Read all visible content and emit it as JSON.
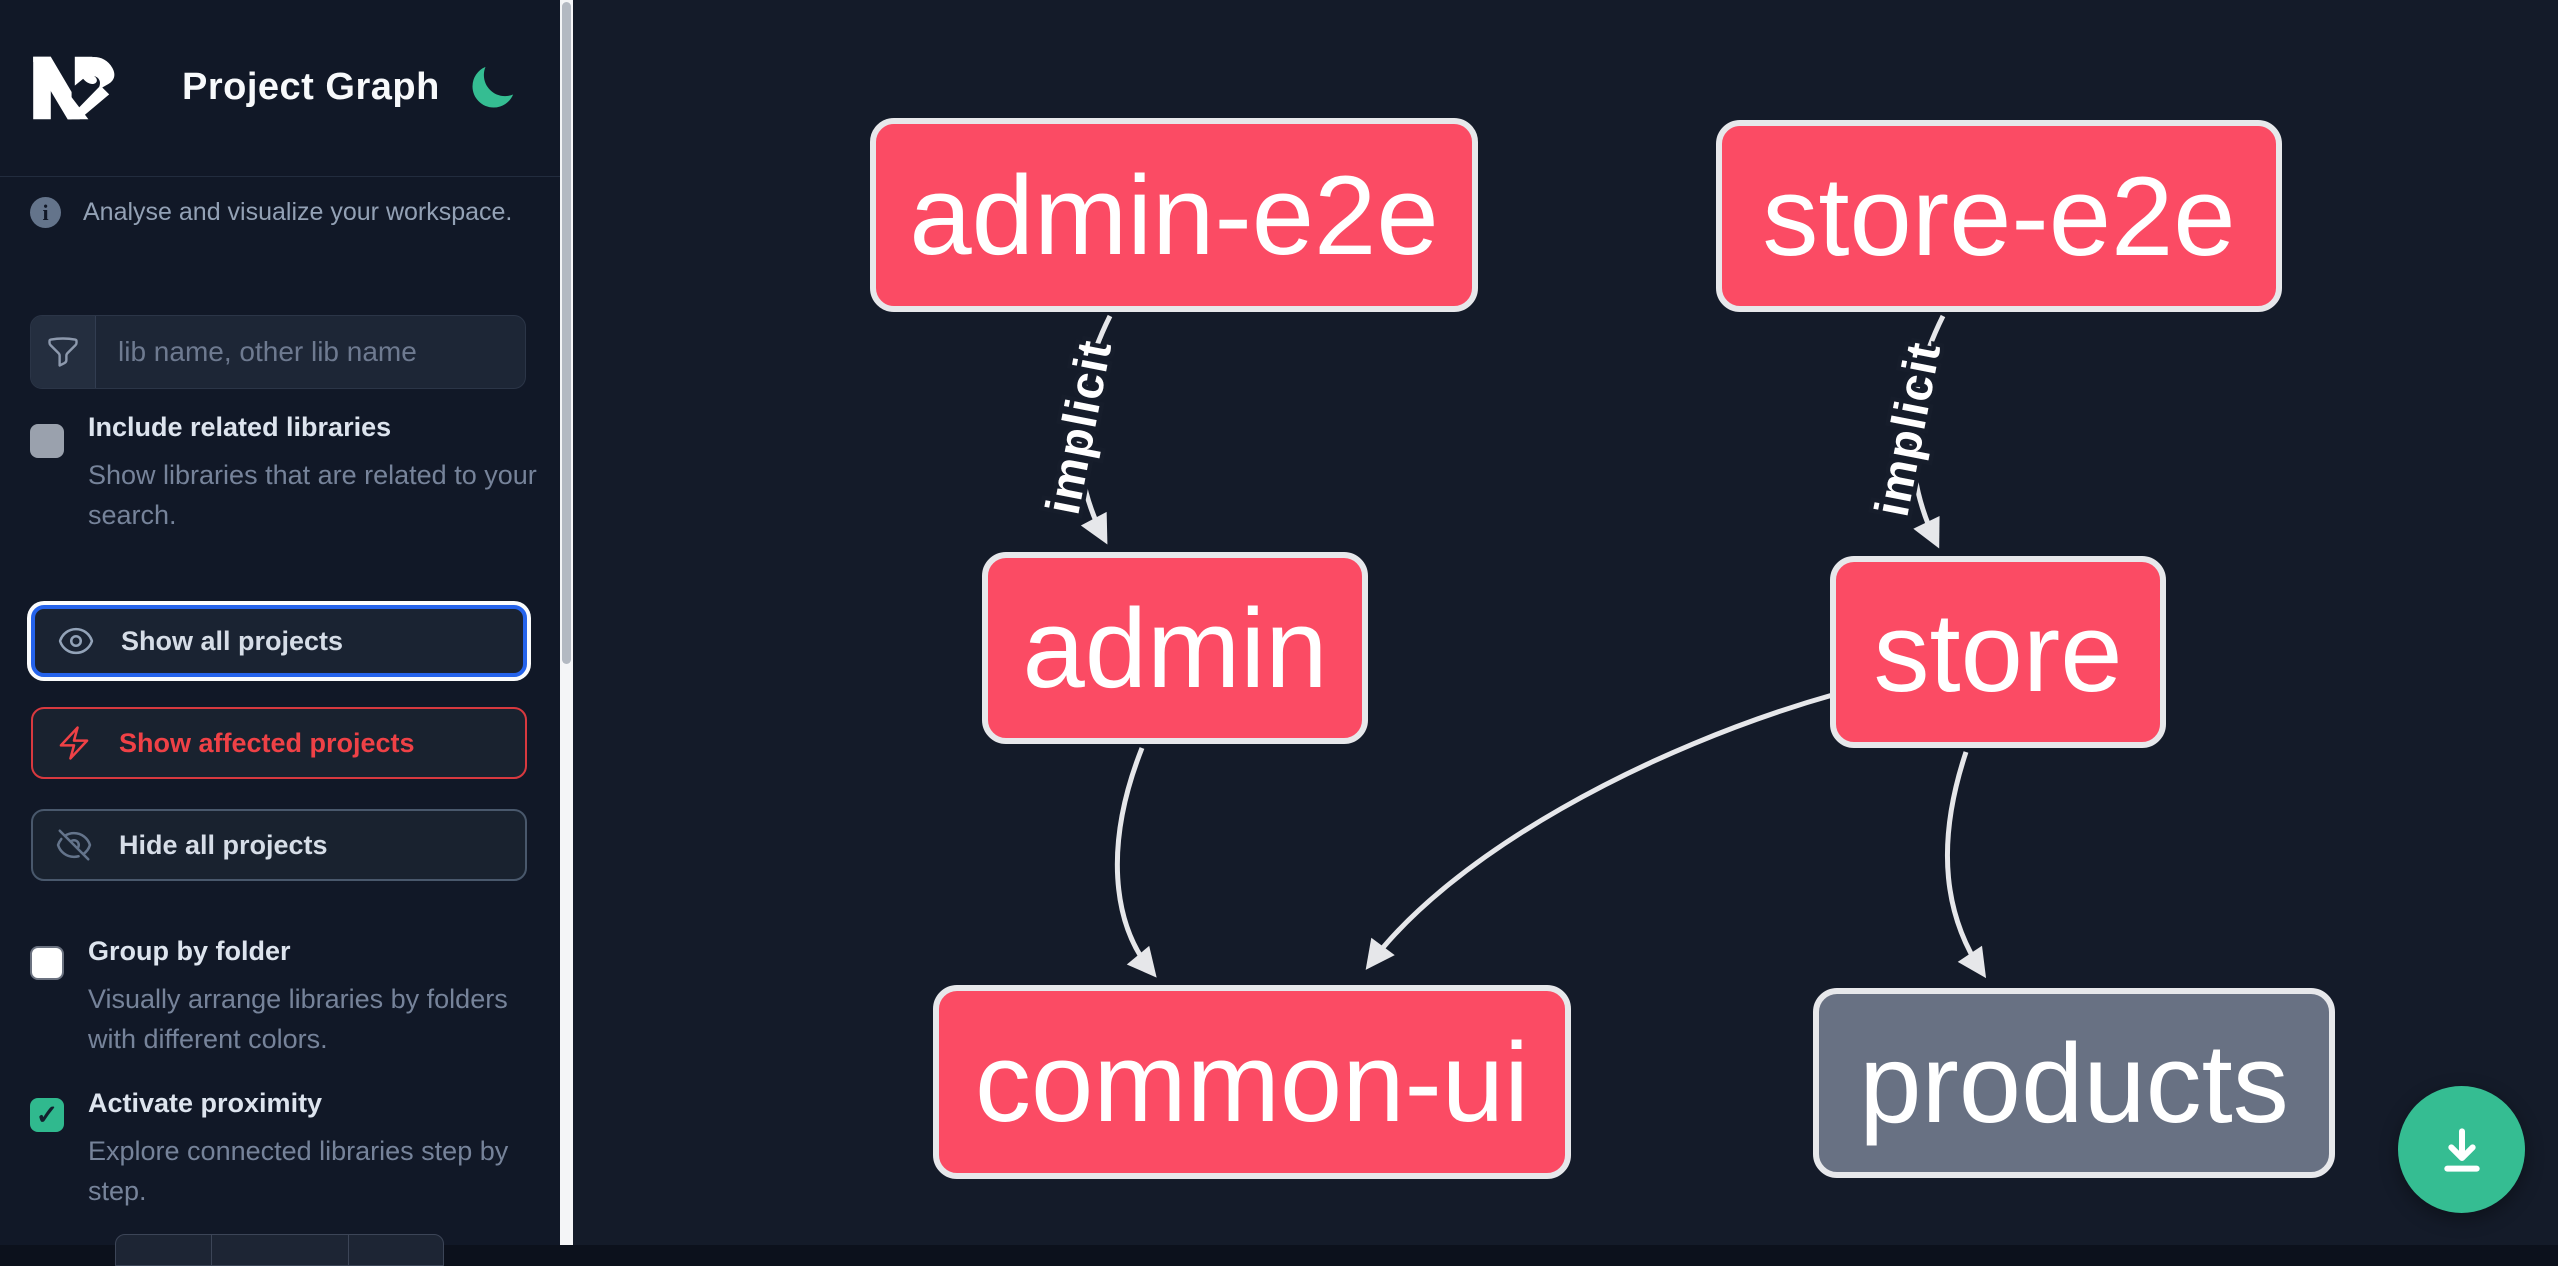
{
  "sidebar": {
    "brand": {
      "title": "Project Graph"
    },
    "info_text": "Analyse and visualize your workspace.",
    "search": {
      "placeholder": "lib name, other lib name",
      "value": ""
    },
    "filters": {
      "include_related": {
        "label": "Include related libraries",
        "description": "Show libraries that are related to your search.",
        "checked": false,
        "disabled": true
      }
    },
    "actions": {
      "show_all": "Show all projects",
      "show_affected": "Show affected projects",
      "hide_all": "Hide all projects",
      "focused": "show_all"
    },
    "options": {
      "group_by_folder": {
        "label": "Group by folder",
        "description": "Visually arrange libraries by folders with different colors.",
        "checked": false
      },
      "activate_proximity": {
        "label": "Activate proximity",
        "description": "Explore connected libraries step by step.",
        "checked": true
      }
    }
  },
  "graph": {
    "nodes": [
      {
        "id": "admin-e2e",
        "label": "admin-e2e",
        "status": "affected"
      },
      {
        "id": "store-e2e",
        "label": "store-e2e",
        "status": "affected"
      },
      {
        "id": "admin",
        "label": "admin",
        "status": "affected"
      },
      {
        "id": "store",
        "label": "store",
        "status": "affected"
      },
      {
        "id": "common-ui",
        "label": "common-ui",
        "status": "affected"
      },
      {
        "id": "products",
        "label": "products",
        "status": "normal"
      }
    ],
    "edges": [
      {
        "source": "admin-e2e",
        "target": "admin",
        "label": "implicit",
        "type": "implicit"
      },
      {
        "source": "store-e2e",
        "target": "store",
        "label": "implicit",
        "type": "implicit"
      },
      {
        "source": "admin",
        "target": "common-ui",
        "label": "",
        "type": "static"
      },
      {
        "source": "store",
        "target": "common-ui",
        "label": "",
        "type": "static"
      },
      {
        "source": "store",
        "target": "products",
        "label": "",
        "type": "static"
      }
    ]
  },
  "fab": {
    "icon": "download-icon"
  },
  "colors": {
    "accent_green": "#35bd92",
    "node_affected": "#fb4b64",
    "node_normal": "#687183",
    "focus_blue": "#2563eb",
    "danger_red": "#ef4146",
    "edge_gray": "#e6e7ea",
    "sidebar_bg": "#111827",
    "canvas_bg": "#141b29"
  },
  "check_glyph": "✓"
}
